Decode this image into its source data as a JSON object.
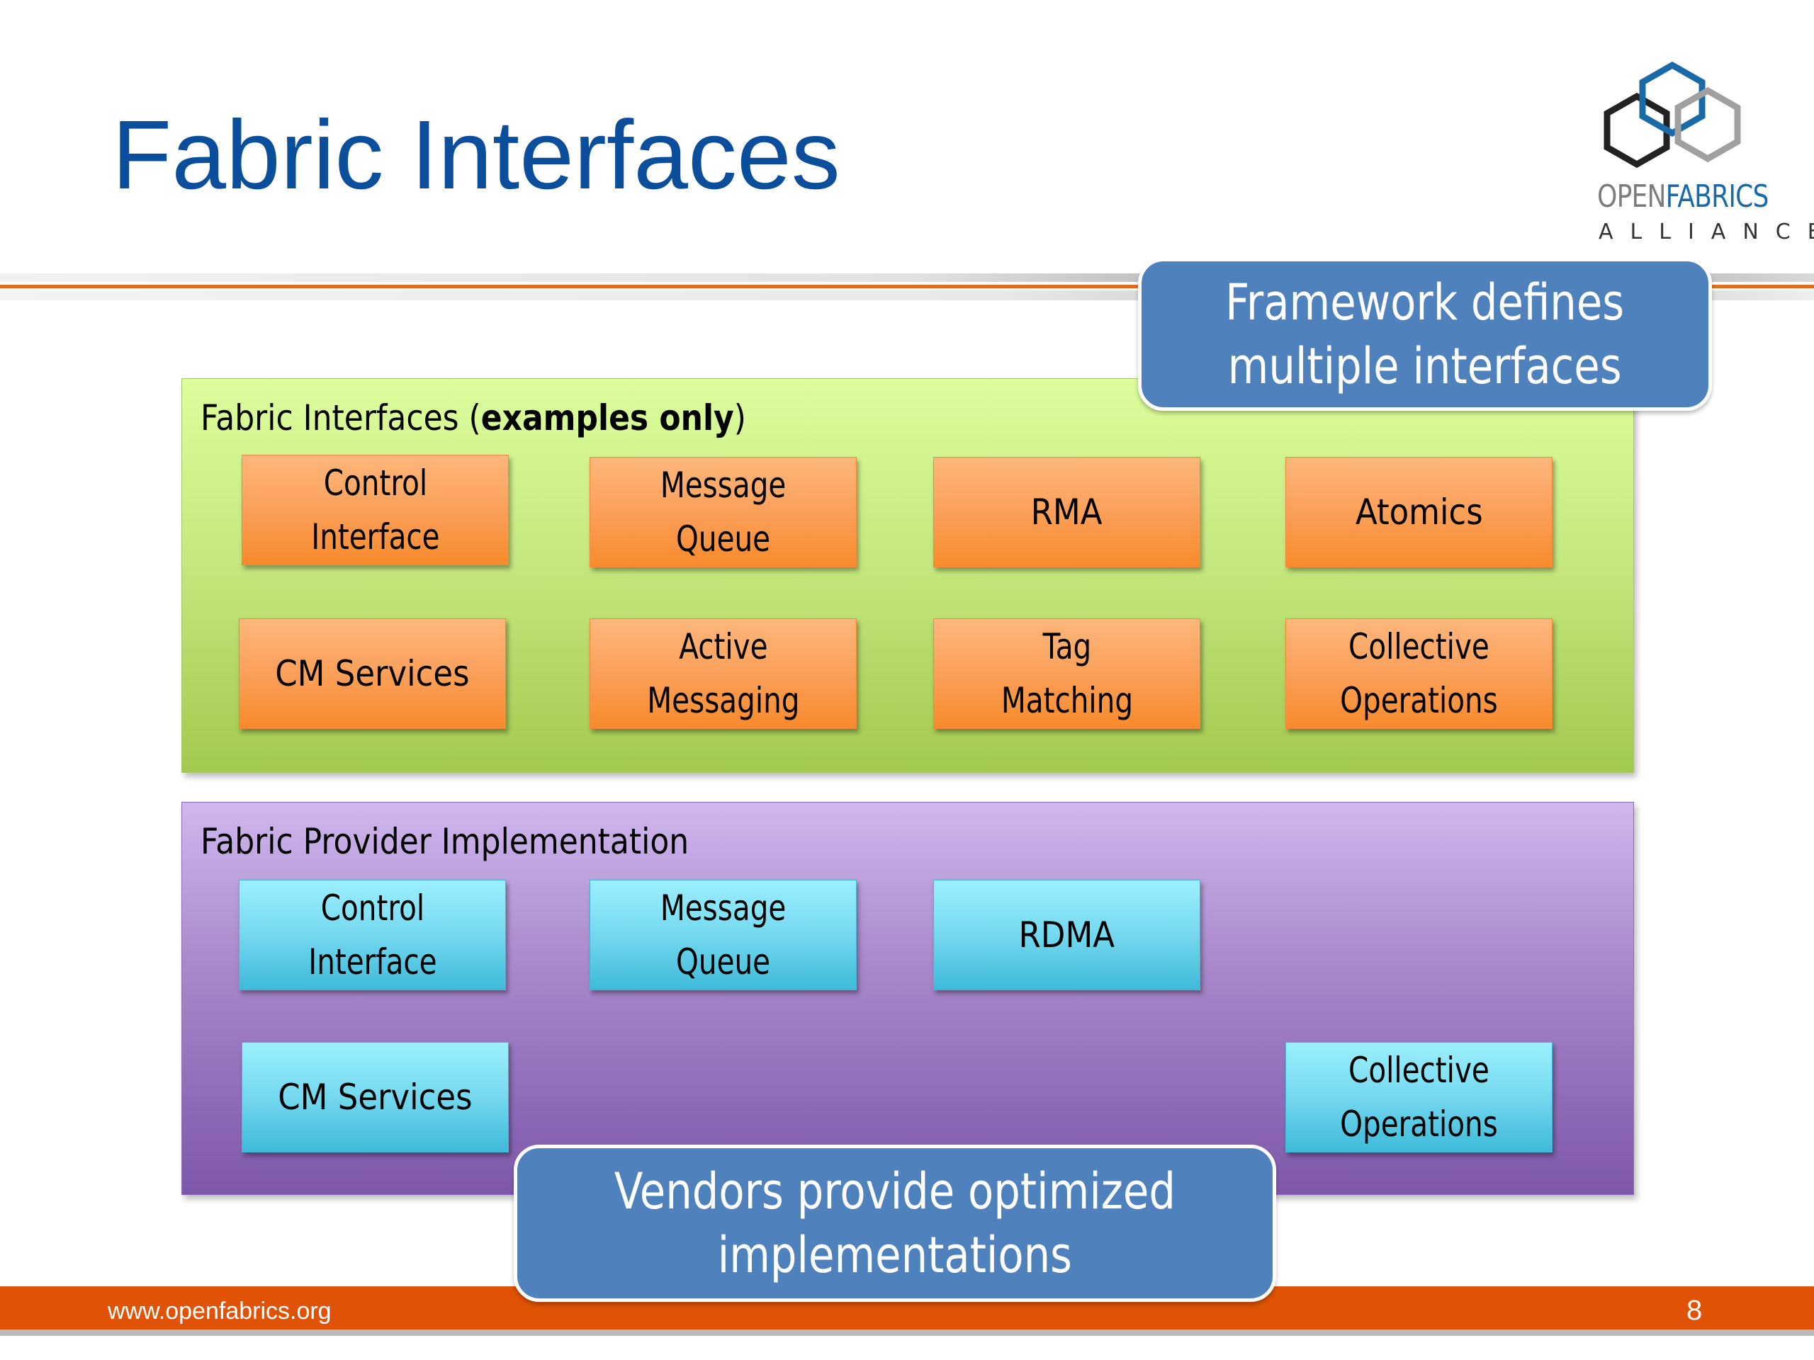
{
  "slide": {
    "title": "Fabric Interfaces",
    "page_number": "8"
  },
  "logo": {
    "name": "openfabrics-logo",
    "open": "OPEN",
    "fabrics": "FABRICS",
    "alliance": "ALLIANCE",
    "colors": {
      "blue": "#1a6aa8",
      "black": "#222222",
      "gray": "#a0a0a0"
    }
  },
  "callouts": {
    "top": [
      "Framework defines",
      "multiple interfaces"
    ],
    "bottom": [
      "Vendors provide optimized",
      "implementations"
    ]
  },
  "interfaces_panel": {
    "label_regular": "Fabric Interfaces (",
    "label_bold": "examples only",
    "label_close": ")",
    "boxes": [
      [
        "Control",
        "Interface"
      ],
      [
        "Message",
        "Queue"
      ],
      [
        "RMA"
      ],
      [
        "Atomics"
      ],
      [
        "CM Services"
      ],
      [
        "Active",
        "Messaging"
      ],
      [
        "Tag",
        "Matching"
      ],
      [
        "Collective",
        "Operations"
      ]
    ]
  },
  "provider_panel": {
    "label": "Fabric Provider Implementation",
    "boxes": [
      [
        "Control",
        "Interface"
      ],
      [
        "Message",
        "Queue"
      ],
      [
        "RDMA"
      ],
      [
        "CM Services"
      ],
      [
        "Collective",
        "Operations"
      ]
    ]
  },
  "footer": {
    "url": "www.openfabrics.org"
  },
  "colors": {
    "title": "#0b4f9c",
    "callout": "#4f81bd",
    "footer": "#e05206",
    "interface_box": "#fba25e",
    "provider_box": "#74d8ee",
    "interfaces_panel": "#c6e880",
    "provider_panel": "#a98acb"
  }
}
